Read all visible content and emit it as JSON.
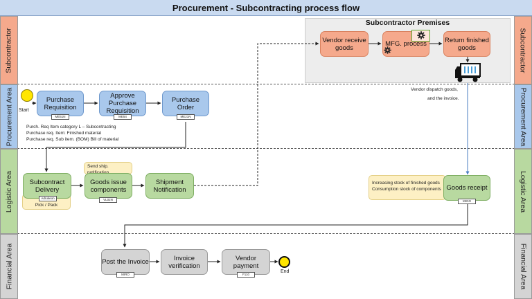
{
  "title": "Procurement - Subcontracting process flow",
  "lanes": {
    "subcontractor": "Subcontractor",
    "procurement": "Procurement Area",
    "logistic": "Logistic Area",
    "financial": "Financial Area"
  },
  "premises_title": "Subcontractor Premises",
  "nodes": {
    "vendor_receive": "Vendor receive goods",
    "mfg_process": "MFG. process",
    "return_finished": "Return finished goods",
    "purchase_requisition": "Purchase Requisition",
    "approve_requisition": "Approve Purchase Requisition",
    "purchase_order": "Purchase Order",
    "subcontract_delivery": "Subcontract Delivery",
    "goods_issue": "Goods issue components",
    "shipment_notification": "Shipment Notification",
    "goods_receipt": "Goods receipt",
    "post_invoice": "Post the Invoice",
    "invoice_verification": "Invoice verification",
    "vendor_payment": "Vendor payment"
  },
  "tcodes": {
    "purchase_requisition": "ME51N",
    "approve_requisition": "ME54",
    "purchase_order": "ME21N",
    "subcontract_delivery": "Adrukeon",
    "goods_issue": "VL02N",
    "goods_receipt": "MIGO",
    "post_invoice": "MIRO",
    "vendor_payment": "F110"
  },
  "labels": {
    "start": "Start",
    "end": "End",
    "pick_pack": "Pick / Pack",
    "send_ship": "Send ship. notification",
    "vendor_dispatch_1": "Vendor dispatch goods,",
    "vendor_dispatch_2": "and the invoice."
  },
  "pr_notes": [
    "Purch. Req Item category L – Subcontracting",
    "Purchase req. Item: Finished material",
    "Purchase req. Sub item. (BOM) Bill of material"
  ],
  "stock_note": [
    "Increasing stock of finished goods",
    "Consumption stock of components"
  ],
  "colors": {
    "subcontractor": "#f5a98c",
    "procurement": "#a9c8ec",
    "logistic": "#b8d9a0",
    "financial": "#d4d4d4",
    "note": "#fdf0c4",
    "start_event": "#ffe600"
  },
  "icons": [
    "gear-icon",
    "truck-icon"
  ]
}
